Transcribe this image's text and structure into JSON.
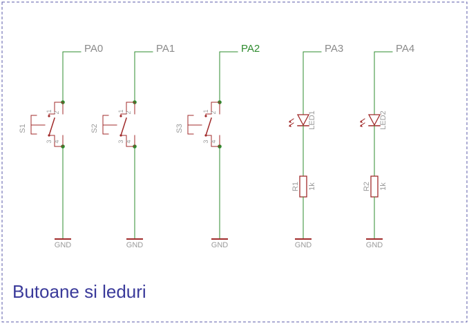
{
  "title": "Butoane si leduri",
  "colors": {
    "frame": "#5a5aa8",
    "wire": "#2e8b2e",
    "part": "#a02a2a",
    "label": "#9a9a9a",
    "net_label": "#8a8a8a",
    "highlight_net": "#2e8b2e",
    "junction": "#2e8b2e",
    "title": "#3a3a9a"
  },
  "buttons": [
    {
      "ref": "S1",
      "net": "PA0",
      "pins": [
        "1",
        "2",
        "3",
        "4"
      ],
      "gnd": "GND"
    },
    {
      "ref": "S2",
      "net": "PA1",
      "pins": [
        "1",
        "2",
        "3",
        "4"
      ],
      "gnd": "GND"
    },
    {
      "ref": "S3",
      "net": "PA2",
      "pins": [
        "1",
        "2",
        "3",
        "4"
      ],
      "gnd": "GND",
      "highlighted": true
    }
  ],
  "leds": [
    {
      "ref": "LED1",
      "net": "PA3",
      "resistor": "R1",
      "resistor_value": "1k",
      "gnd": "GND"
    },
    {
      "ref": "LED2",
      "net": "PA4",
      "resistor": "R2",
      "resistor_value": "1k",
      "gnd": "GND"
    }
  ]
}
